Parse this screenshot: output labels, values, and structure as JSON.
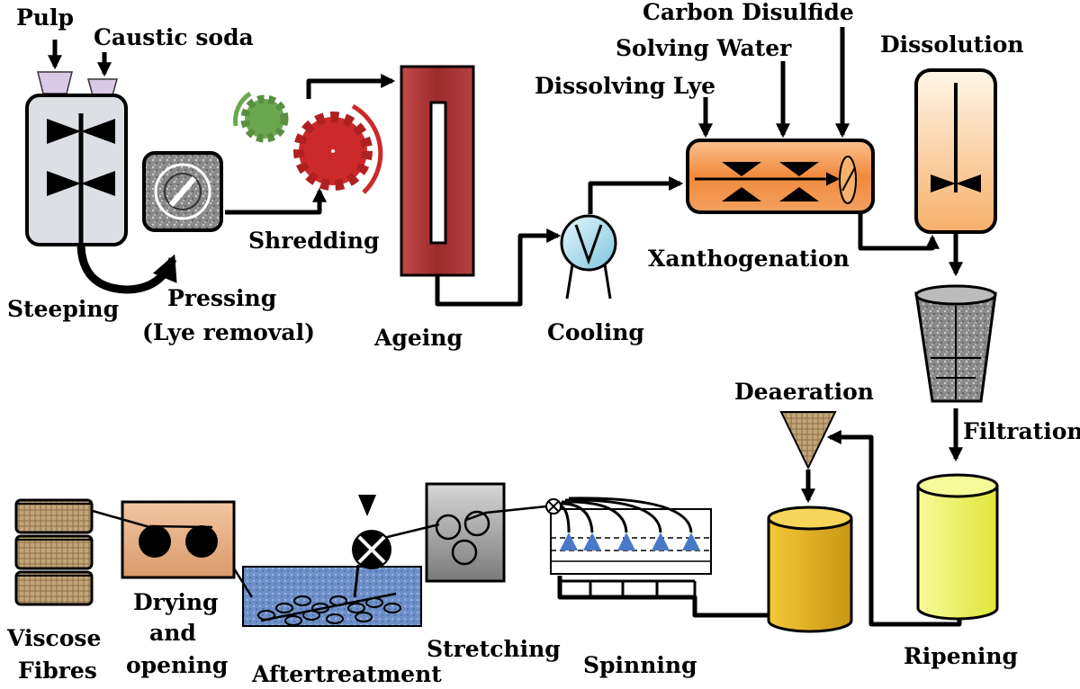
{
  "labels": {
    "pulp": "Pulp",
    "caustic_soda": "Caustic soda",
    "steeping": "Steeping",
    "pressing": "Pressing",
    "lye_removal": "(Lye removal)",
    "shredding": "Shredding",
    "ageing": "Ageing",
    "cooling": "Cooling",
    "dissolving_lye": "Dissolving Lye",
    "solving_water": "Solving Water",
    "carbon_disulfide": "Carbon Disulfide",
    "xanthogenation": "Xanthogenation",
    "dissolution": "Dissolution",
    "filtration": "Filtration",
    "deaeration": "Deaeration",
    "ripening": "Ripening",
    "spinning": "Spinning",
    "stretching": "Stretching",
    "aftertreatment": "Aftertreatment",
    "drying": "Drying",
    "and": "and",
    "opening": "opening",
    "viscose": "Viscose",
    "fibres": "Fibres"
  },
  "colors": {
    "steeping_tank": "#dcdfe3",
    "hopper": "#d9c9e6",
    "shredder_small_gear": "#6aa84f",
    "shredder_large_gear": "#cc2a2a",
    "ageing_tower": "#a83232",
    "cooler": "#9ad3e6",
    "xanthator": "#f0924a",
    "dissolver": "#f9c89b",
    "ripening_tank": "#ecf25a",
    "deaeration_tank": "#e2b21c",
    "deaeration_funnel": "#c3a57a",
    "stretching_box": "#9e9e9e",
    "aftertreatment_bath": "#6e8fc8",
    "drying_box": "#e3a57a",
    "fibre_bale": "#b8a47c",
    "spinneret": "#4a78c8"
  }
}
